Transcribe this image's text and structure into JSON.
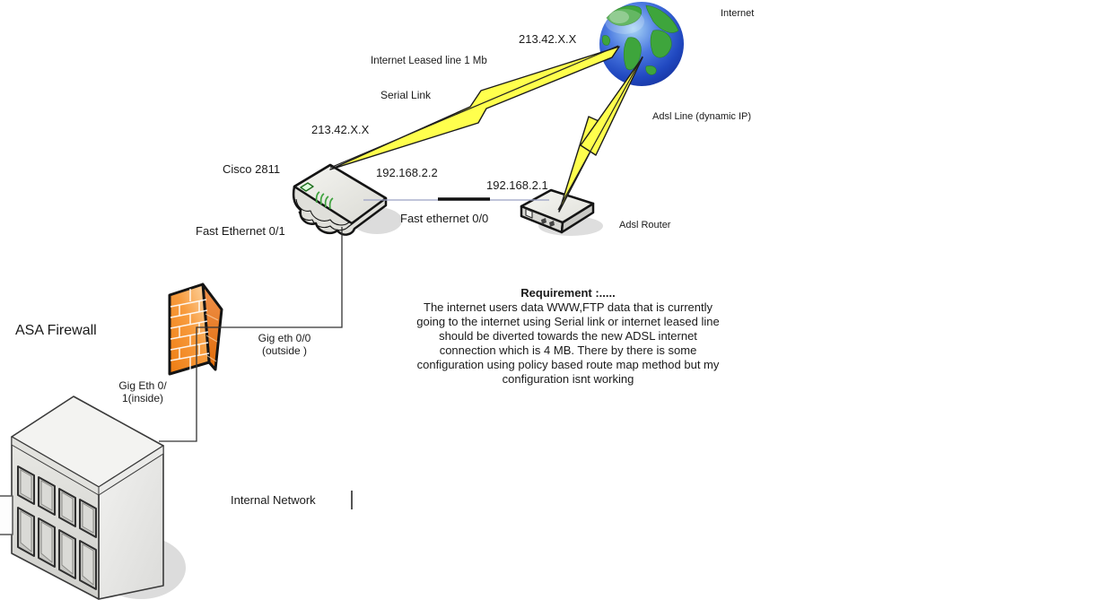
{
  "canvas": {
    "background": "#FFFFFF"
  },
  "colors": {
    "bolt_yellow": "#FFFF4D",
    "firewall_orange": "#F08A2C",
    "device_gray": "#E3E3DF",
    "link_blue_gray": "#9AA0C4",
    "line_black": "#222222",
    "shadow_gray": "#DCDCDC",
    "globe_ocean": "#2A55C8",
    "globe_land": "#3EA53C"
  },
  "labels": {
    "internet": "Internet",
    "ip_globe": "213.42.X.X",
    "leased_line": "Internet Leased line 1 Mb",
    "serial_link": "Serial Link",
    "adsl_line": "Adsl Line (dynamic IP)",
    "ip_cisco_wan": "213.42.X.X",
    "cisco": "Cisco 2811",
    "ip_cisco_lan": "192.168.2.2",
    "ip_adsl": "192.168.2.1",
    "fast_eth_01": "Fast Ethernet 0/1",
    "fast_eth_00": "Fast ethernet 0/0",
    "adsl_router": "Adsl Router",
    "asa_firewall": "ASA Firewall",
    "gig_eth_00_line1": "Gig eth 0/0",
    "gig_eth_00_line2": "(outside )",
    "gig_eth_01_line1": "Gig Eth 0/",
    "gig_eth_01_line2": "1(inside)",
    "internal_network": "Internal Network"
  },
  "requirement": {
    "title": "Requirement :.....",
    "lines": [
      "The internet users data  WWW,FTP data that is currently",
      "going to the internet using Serial link or internet leased line",
      "should be diverted towards the new ADSL internet",
      "connection which is 4 MB. There by there is some",
      "configuration using policy based route map method but my",
      "configuration isnt working"
    ]
  },
  "icons": [
    "internet-globe-icon",
    "serial-link-bolt",
    "adsl-link-bolt",
    "cisco-2811-router-icon",
    "adsl-router-icon",
    "asa-firewall-icon",
    "office-building-icon",
    "text-cursor"
  ]
}
